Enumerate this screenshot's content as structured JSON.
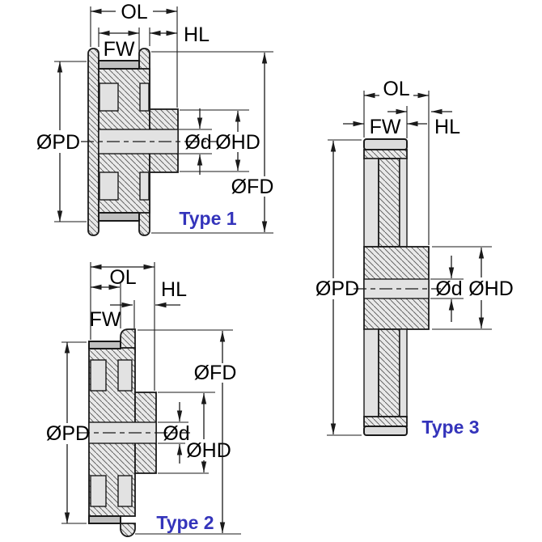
{
  "figure": {
    "description": "Timing pulley cross-section dimension drawings",
    "colors": {
      "line": "#1a1a1a",
      "dimension": "#1a1a1a",
      "text": "#000000",
      "type_label": "#3434bb",
      "body_fill": "#e9e9e9",
      "hatch_line": "#555555",
      "face_fill": "#c0c0c0",
      "rim_fill_type3": "#dcdcdc",
      "bore_fill": "#e2e2e2",
      "background": "#ffffff"
    }
  },
  "views": [
    {
      "type_label": "Type 1",
      "labels": {
        "ol": "OL",
        "fw": "FW",
        "hl": "HL",
        "pd": "ØPD",
        "d": "Ød",
        "hd": "ØHD",
        "fd": "ØFD"
      }
    },
    {
      "type_label": "Type 2",
      "labels": {
        "ol": "OL",
        "fw": "FW",
        "hl": "HL",
        "pd": "ØPD",
        "d": "Ød",
        "hd": "ØHD",
        "fd": "ØFD"
      }
    },
    {
      "type_label": "Type 3",
      "labels": {
        "ol": "OL",
        "fw": "FW",
        "hl": "HL",
        "pd": "ØPD",
        "d": "Ød",
        "hd": "ØHD"
      }
    }
  ]
}
